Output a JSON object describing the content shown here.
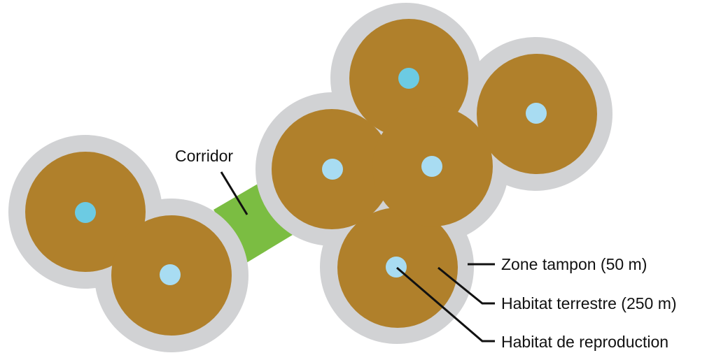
{
  "labels": {
    "corridor": "Corridor",
    "buffer_zone": "Zone tampon (50 m)",
    "terrestrial_habitat": "Habitat terrestre (250 m)",
    "breeding_habitat": "Habitat de reproduction"
  },
  "colors": {
    "buffer_zone": "#d1d2d4",
    "terrestrial_habitat": "#b0802b",
    "breeding_habitat": "#a8dcf2",
    "breeding_habitat_dark": "#6ccbe3",
    "corridor": "#7bbd42",
    "leader_line": "#111111"
  }
}
